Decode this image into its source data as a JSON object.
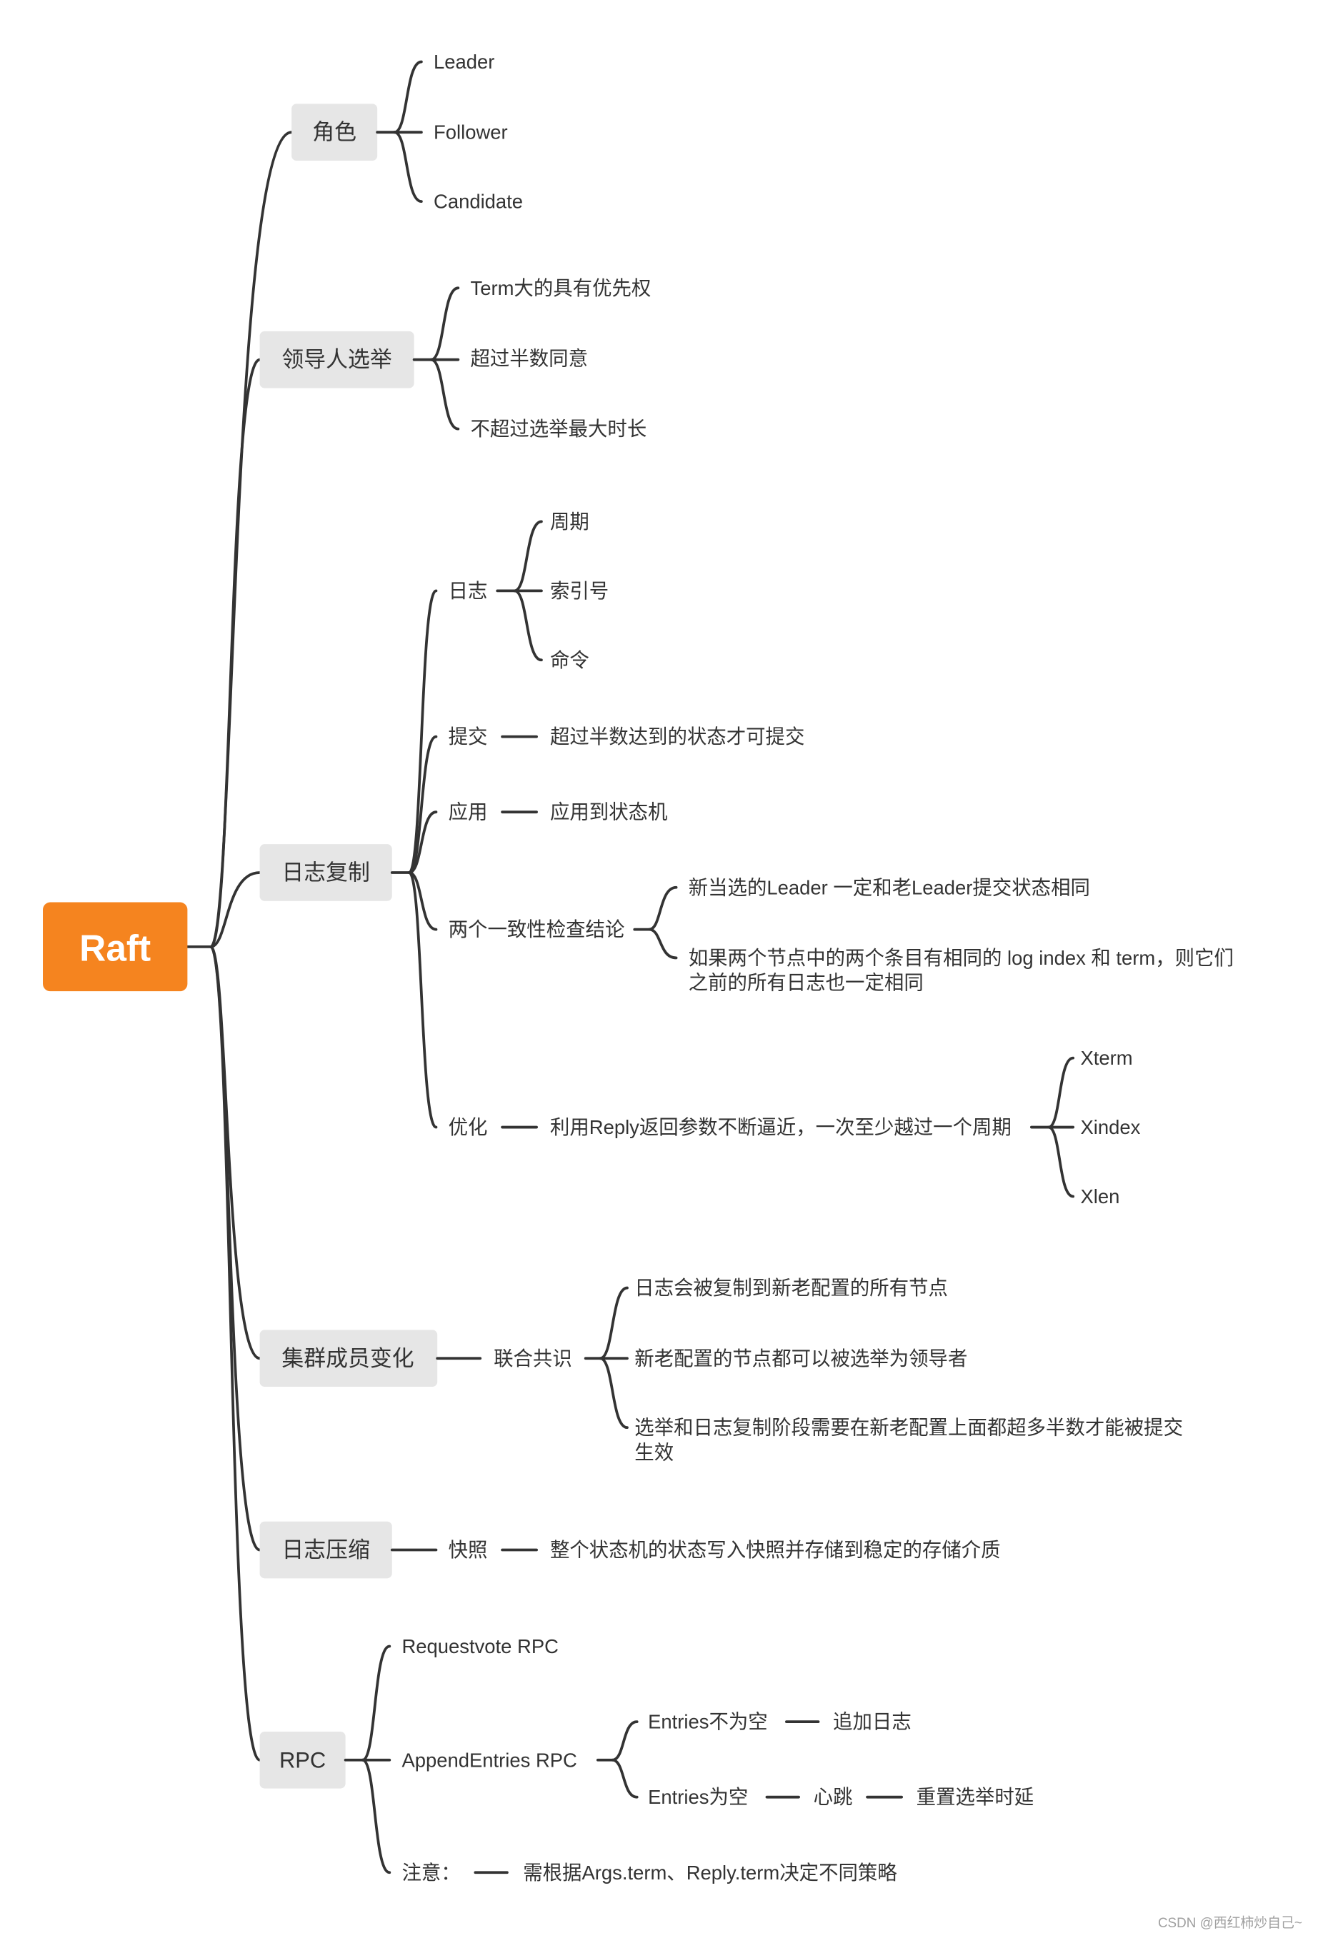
{
  "colors": {
    "root_node": "#f5841f",
    "root_text": "#ffffff",
    "branch_node": "#e6e6e6",
    "line": "#333333",
    "text": "#333333",
    "watermark": "#a0a0a0"
  },
  "root": {
    "label": "Raft"
  },
  "roles": {
    "label": "角色",
    "children": [
      "Leader",
      "Follower",
      "Candidate"
    ]
  },
  "election": {
    "label": "领导人选举",
    "children": [
      "Term大的具有优先权",
      "超过半数同意",
      "不超过选举最大时长"
    ]
  },
  "log_replication": {
    "label": "日志复制",
    "log": {
      "label": "日志",
      "children": [
        "周期",
        "索引号",
        "命令"
      ]
    },
    "commit": {
      "label": "提交",
      "detail": "超过半数达到的状态才可提交"
    },
    "apply": {
      "label": "应用",
      "detail": "应用到状态机"
    },
    "consistency": {
      "label": "两个一致性检查结论",
      "conclusions": [
        "新当选的Leader 一定和老Leader提交状态相同",
        [
          "如果两个节点中的两个条目有相同的 log index 和 term，则它们",
          "之前的所有日志也一定相同"
        ]
      ]
    },
    "optimization": {
      "label": "优化",
      "detail": "利用Reply返回参数不断逼近，一次至少越过一个周期",
      "fields": [
        "Xterm",
        "Xindex",
        "Xlen"
      ]
    }
  },
  "membership": {
    "label": "集群成员变化",
    "joint_consensus": {
      "label": "联合共识",
      "children": [
        "日志会被复制到新老配置的所有节点",
        "新老配置的节点都可以被选举为领导者",
        [
          "选举和日志复制阶段需要在新老配置上面都超多半数才能被提交",
          "生效"
        ]
      ]
    }
  },
  "compaction": {
    "label": "日志压缩",
    "snapshot": {
      "label": "快照",
      "detail": "整个状态机的状态写入快照并存储到稳定的存储介质"
    }
  },
  "rpc": {
    "label": "RPC",
    "request_vote": "Requestvote RPC",
    "append_entries": {
      "label": "AppendEntries RPC",
      "non_empty": {
        "label": "Entries不为空",
        "action": "追加日志"
      },
      "empty": {
        "label": "Entries为空",
        "action": "心跳",
        "effect": "重置选举时延"
      }
    },
    "note": {
      "label": "注意：",
      "detail": "需根据Args.term、Reply.term决定不同策略"
    }
  },
  "watermark": "CSDN @西红柿炒自己~"
}
